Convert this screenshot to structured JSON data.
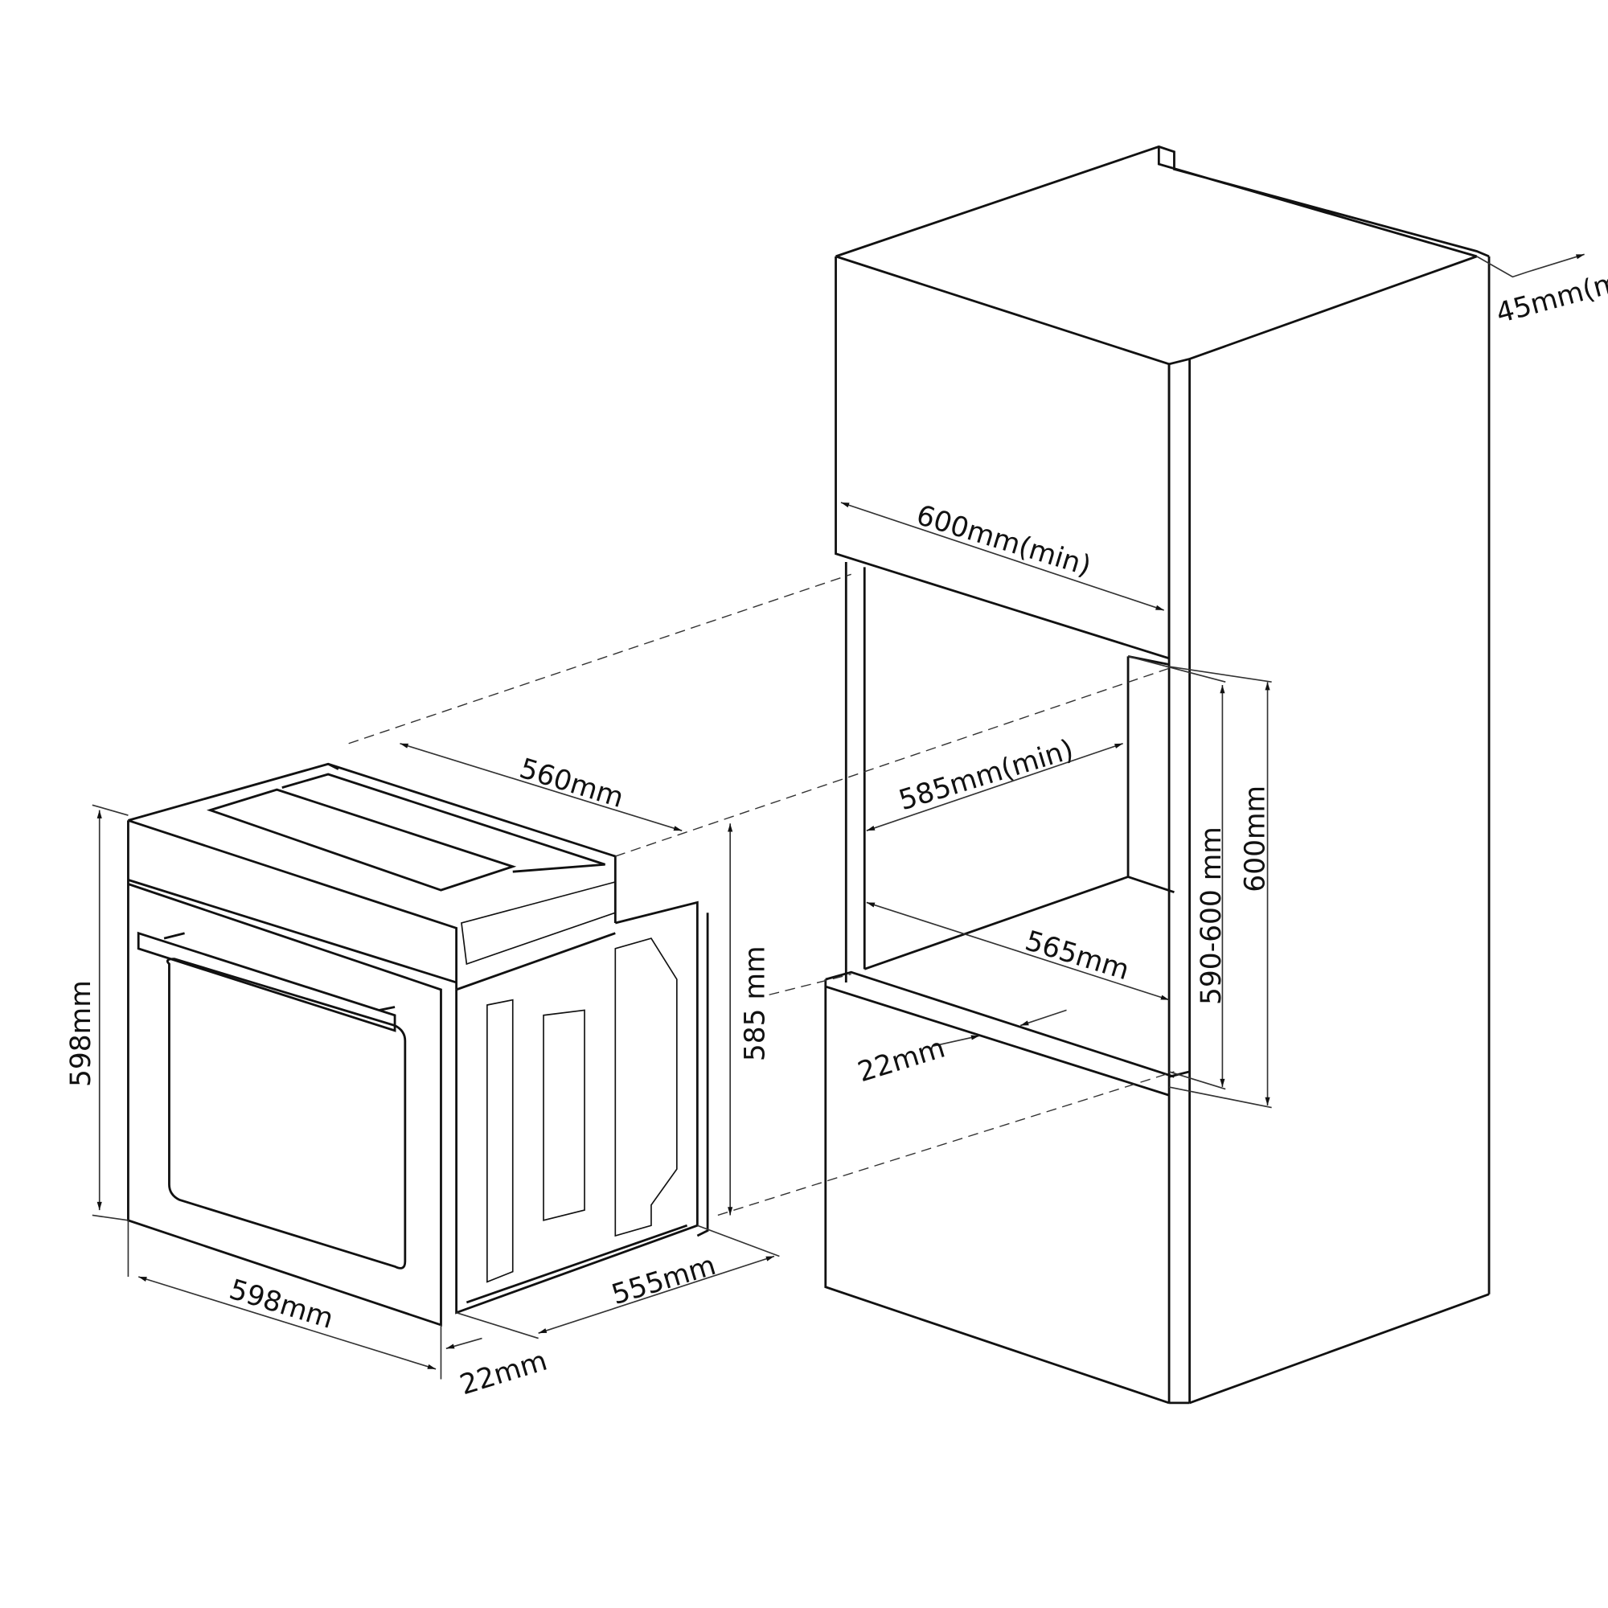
{
  "labels": {
    "cabinet_top_thickness": "45mm(m",
    "cabinet_width": "600mm(min)",
    "niche_depth": "585mm(min)",
    "niche_inner_width": "565mm",
    "niche_height_range": "590-600 mm",
    "niche_height": "600mm",
    "front_overhang": "22mm",
    "oven_depth_top": "560mm",
    "oven_height": "598mm",
    "oven_side_height": "585 mm",
    "oven_width": "598mm",
    "oven_body_depth": "555mm",
    "oven_door_thickness": "22mm"
  },
  "colors": {
    "line": "#111111",
    "background": "#ffffff"
  }
}
